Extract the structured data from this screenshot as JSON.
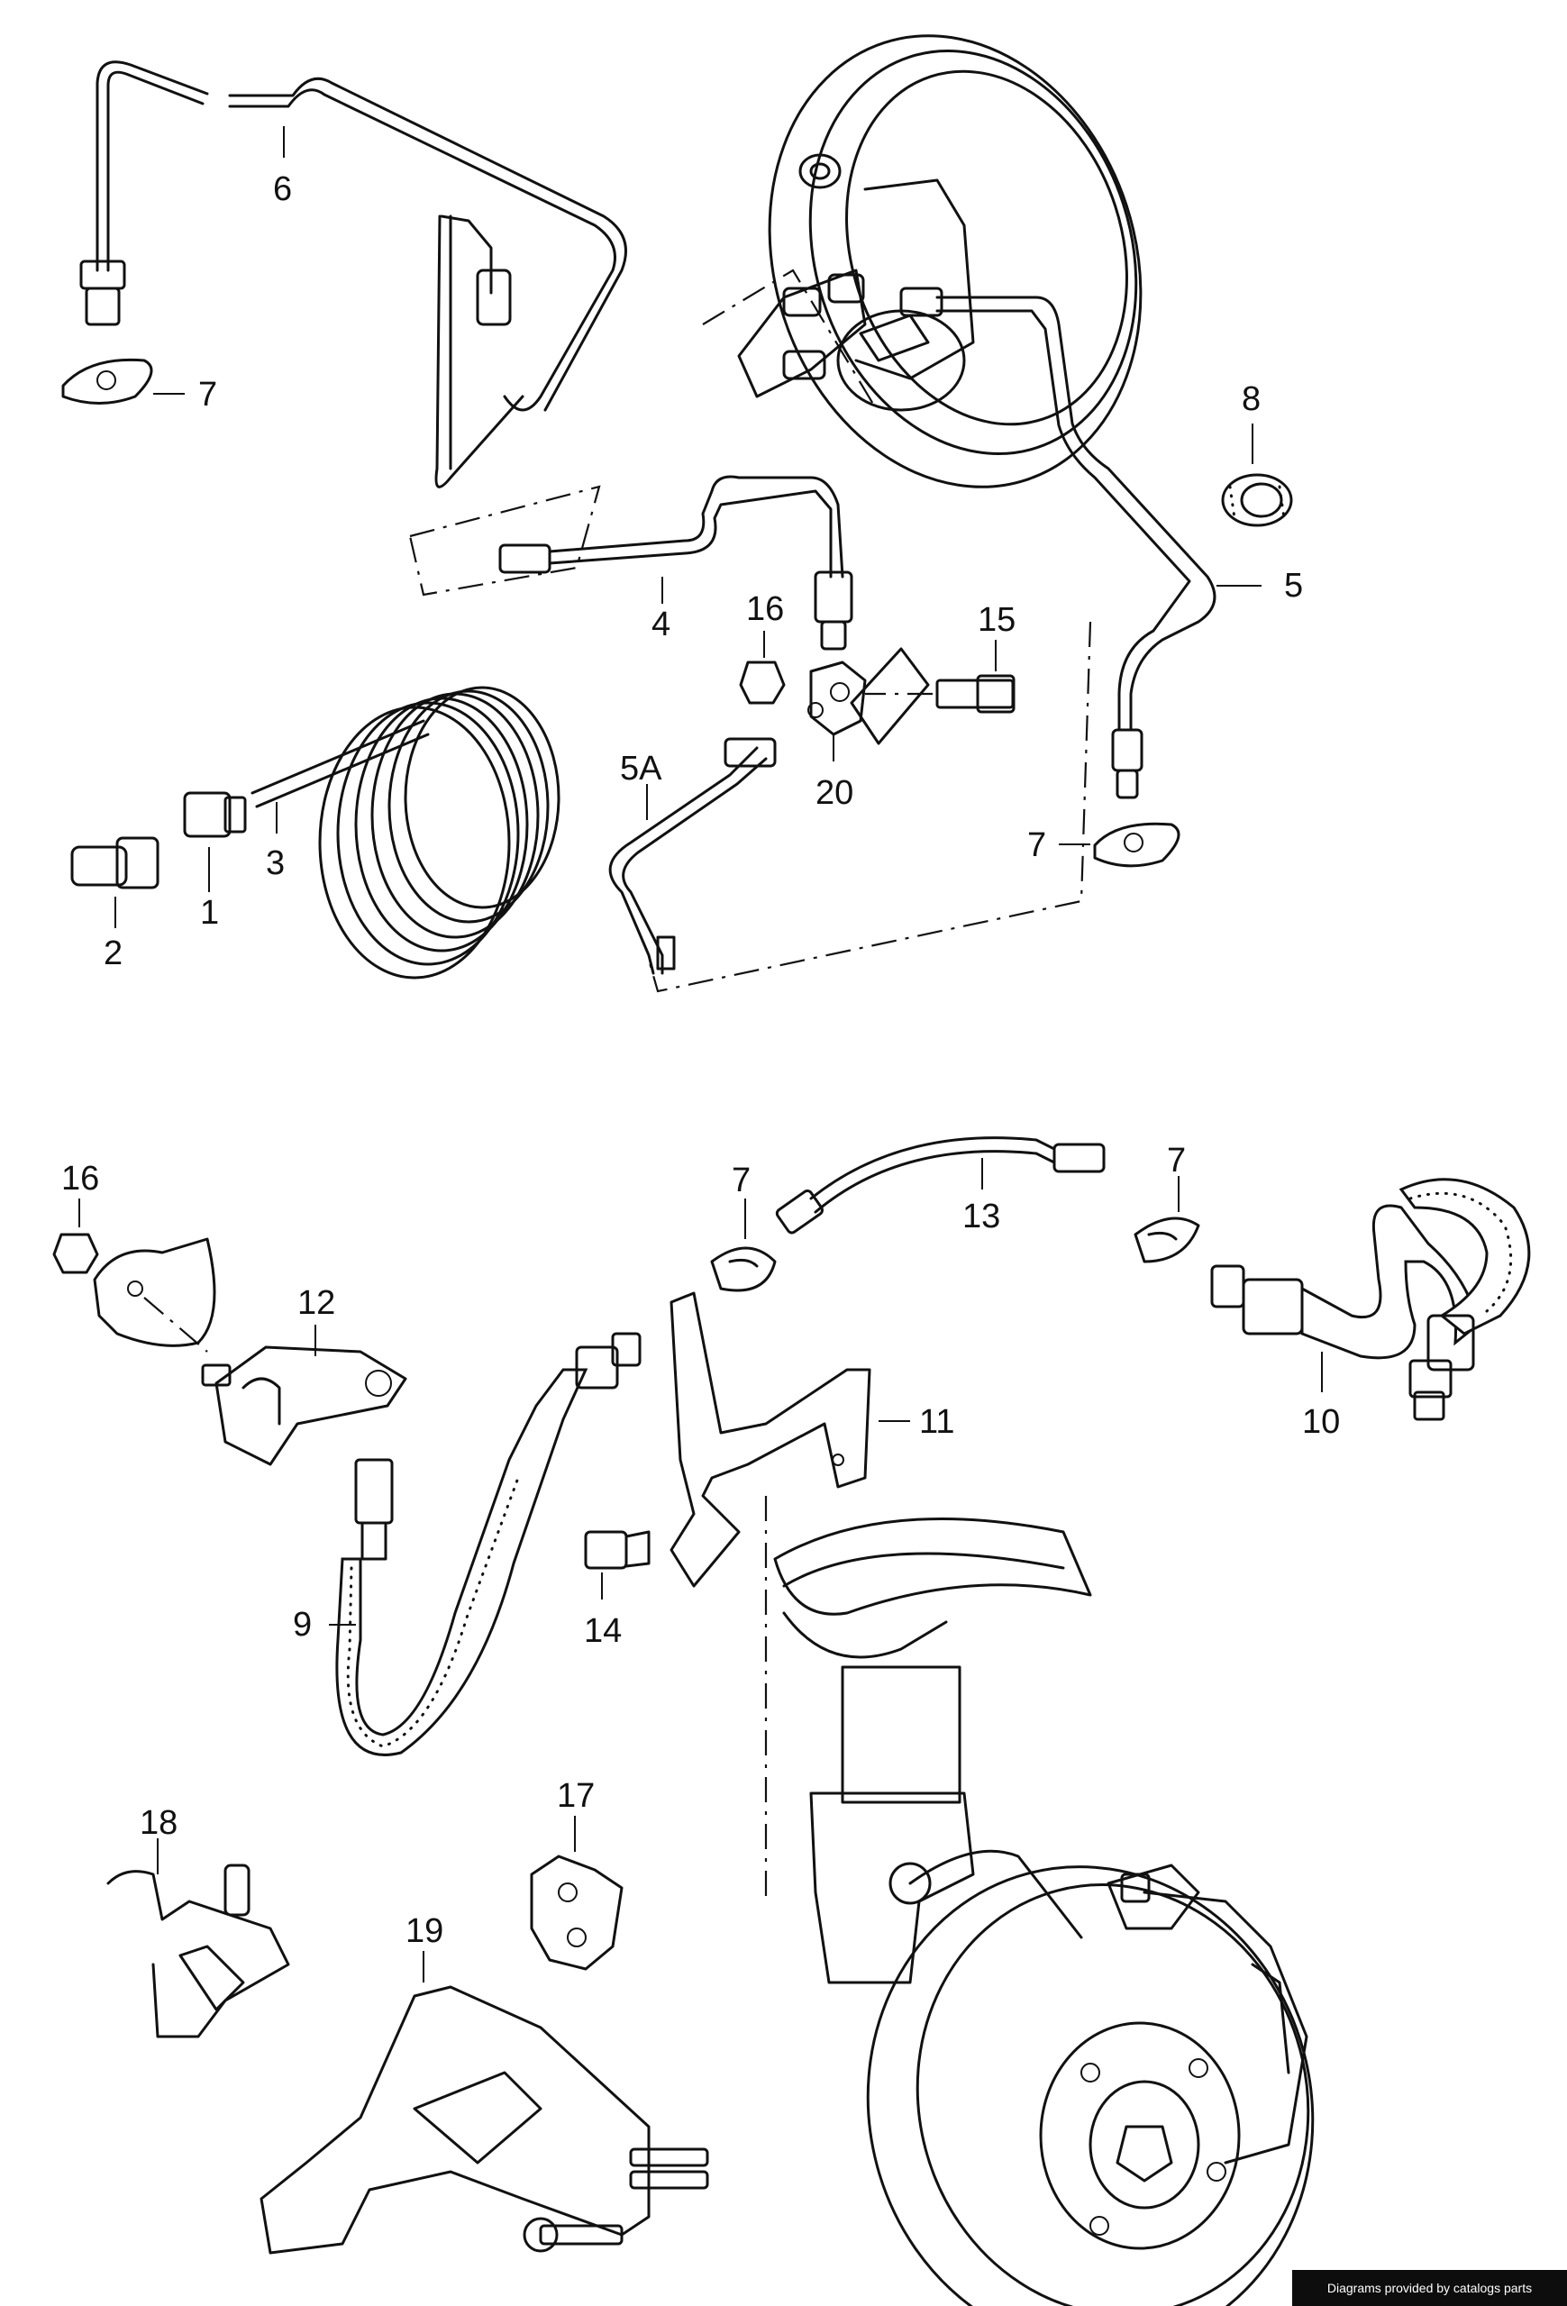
{
  "diagram": {
    "callouts": [
      "1",
      "2",
      "3",
      "4",
      "5",
      "5A",
      "6",
      "7",
      "8",
      "9",
      "10",
      "11",
      "12",
      "13",
      "14",
      "15",
      "16",
      "17",
      "18",
      "19",
      "20"
    ]
  },
  "footer": {
    "credit": "Diagrams provided by catalogs parts"
  }
}
